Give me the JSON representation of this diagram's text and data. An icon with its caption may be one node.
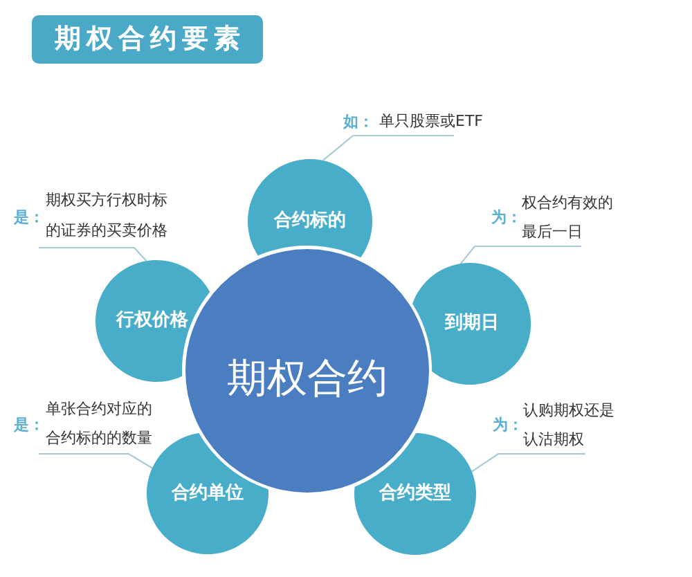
{
  "diagram": {
    "title": "期权合约要素",
    "nodes": [
      {
        "text": [
          "如：",
          "单只股票或ETF"
        ]
      },
      {
        "text": [
          "合约标的"
        ]
      },
      {
        "text": [
          "是：",
          "期权买方行权时标的证券的买卖价格"
        ]
      },
      {
        "text": [
          "为：",
          "权合约有效的最后一日"
        ]
      },
      {
        "text": [
          "期权合约"
        ]
      },
      {
        "text": [
          "行权价格"
        ]
      },
      {
        "text": [
          "到期日"
        ]
      },
      {
        "text": [
          "是：",
          "单张合约对应的合约标的的数量"
        ]
      },
      {
        "text": [
          "为：",
          "认购期权还是认沽期权"
        ]
      },
      {
        "text": [
          "合约单位"
        ]
      },
      {
        "text": [
          "合约类型"
        ]
      }
    ],
    "edges": [
      {
        "from": 0,
        "to": 1,
        "arrow": "none"
      },
      {
        "from": 2,
        "to": 5,
        "arrow": "none"
      },
      {
        "from": 3,
        "to": 6,
        "arrow": "none"
      },
      {
        "from": 7,
        "to": 9,
        "arrow": "none"
      },
      {
        "from": 8,
        "to": 10,
        "arrow": "none"
      }
    ]
  }
}
